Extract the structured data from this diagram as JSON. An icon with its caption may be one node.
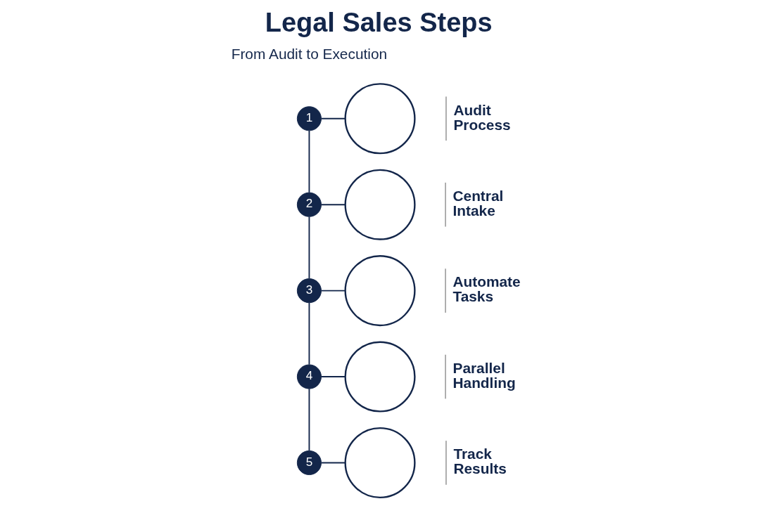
{
  "diagram": {
    "title": "Legal Sales Steps",
    "nodes": [
      {
        "text": [
          "1"
        ]
      },
      {
        "text": [],
        "shape": "circle",
        "beside": [
          "Audit Process"
        ]
      },
      {
        "text": [
          "2"
        ]
      },
      {
        "text": [],
        "shape": "circle",
        "beside": [
          "Central Intake"
        ]
      },
      {
        "text": [
          "3"
        ]
      },
      {
        "text": [],
        "shape": "circle",
        "beside": [
          "Automate Tasks"
        ]
      },
      {
        "text": [
          "4"
        ]
      },
      {
        "text": [],
        "shape": "circle",
        "beside": [
          "Parallel Handling"
        ]
      },
      {
        "text": [
          "5"
        ]
      },
      {
        "text": [],
        "shape": "circle",
        "beside": [
          "Track Results"
        ]
      }
    ],
    "edges": [
      {
        "from": 0,
        "to": 1,
        "arrow": "none"
      },
      {
        "from": 0,
        "to": 2,
        "arrow": "none"
      },
      {
        "from": 2,
        "to": 3,
        "arrow": "none"
      },
      {
        "from": 2,
        "to": 4,
        "arrow": "none"
      },
      {
        "from": 4,
        "to": 5,
        "arrow": "none"
      },
      {
        "from": 4,
        "to": 6,
        "arrow": "none"
      },
      {
        "from": 6,
        "to": 7,
        "arrow": "none"
      },
      {
        "from": 6,
        "to": 8,
        "arrow": "none"
      },
      {
        "from": 8,
        "to": 9,
        "arrow": "none"
      }
    ],
    "labels": [
      "From Audit to Execution"
    ]
  }
}
